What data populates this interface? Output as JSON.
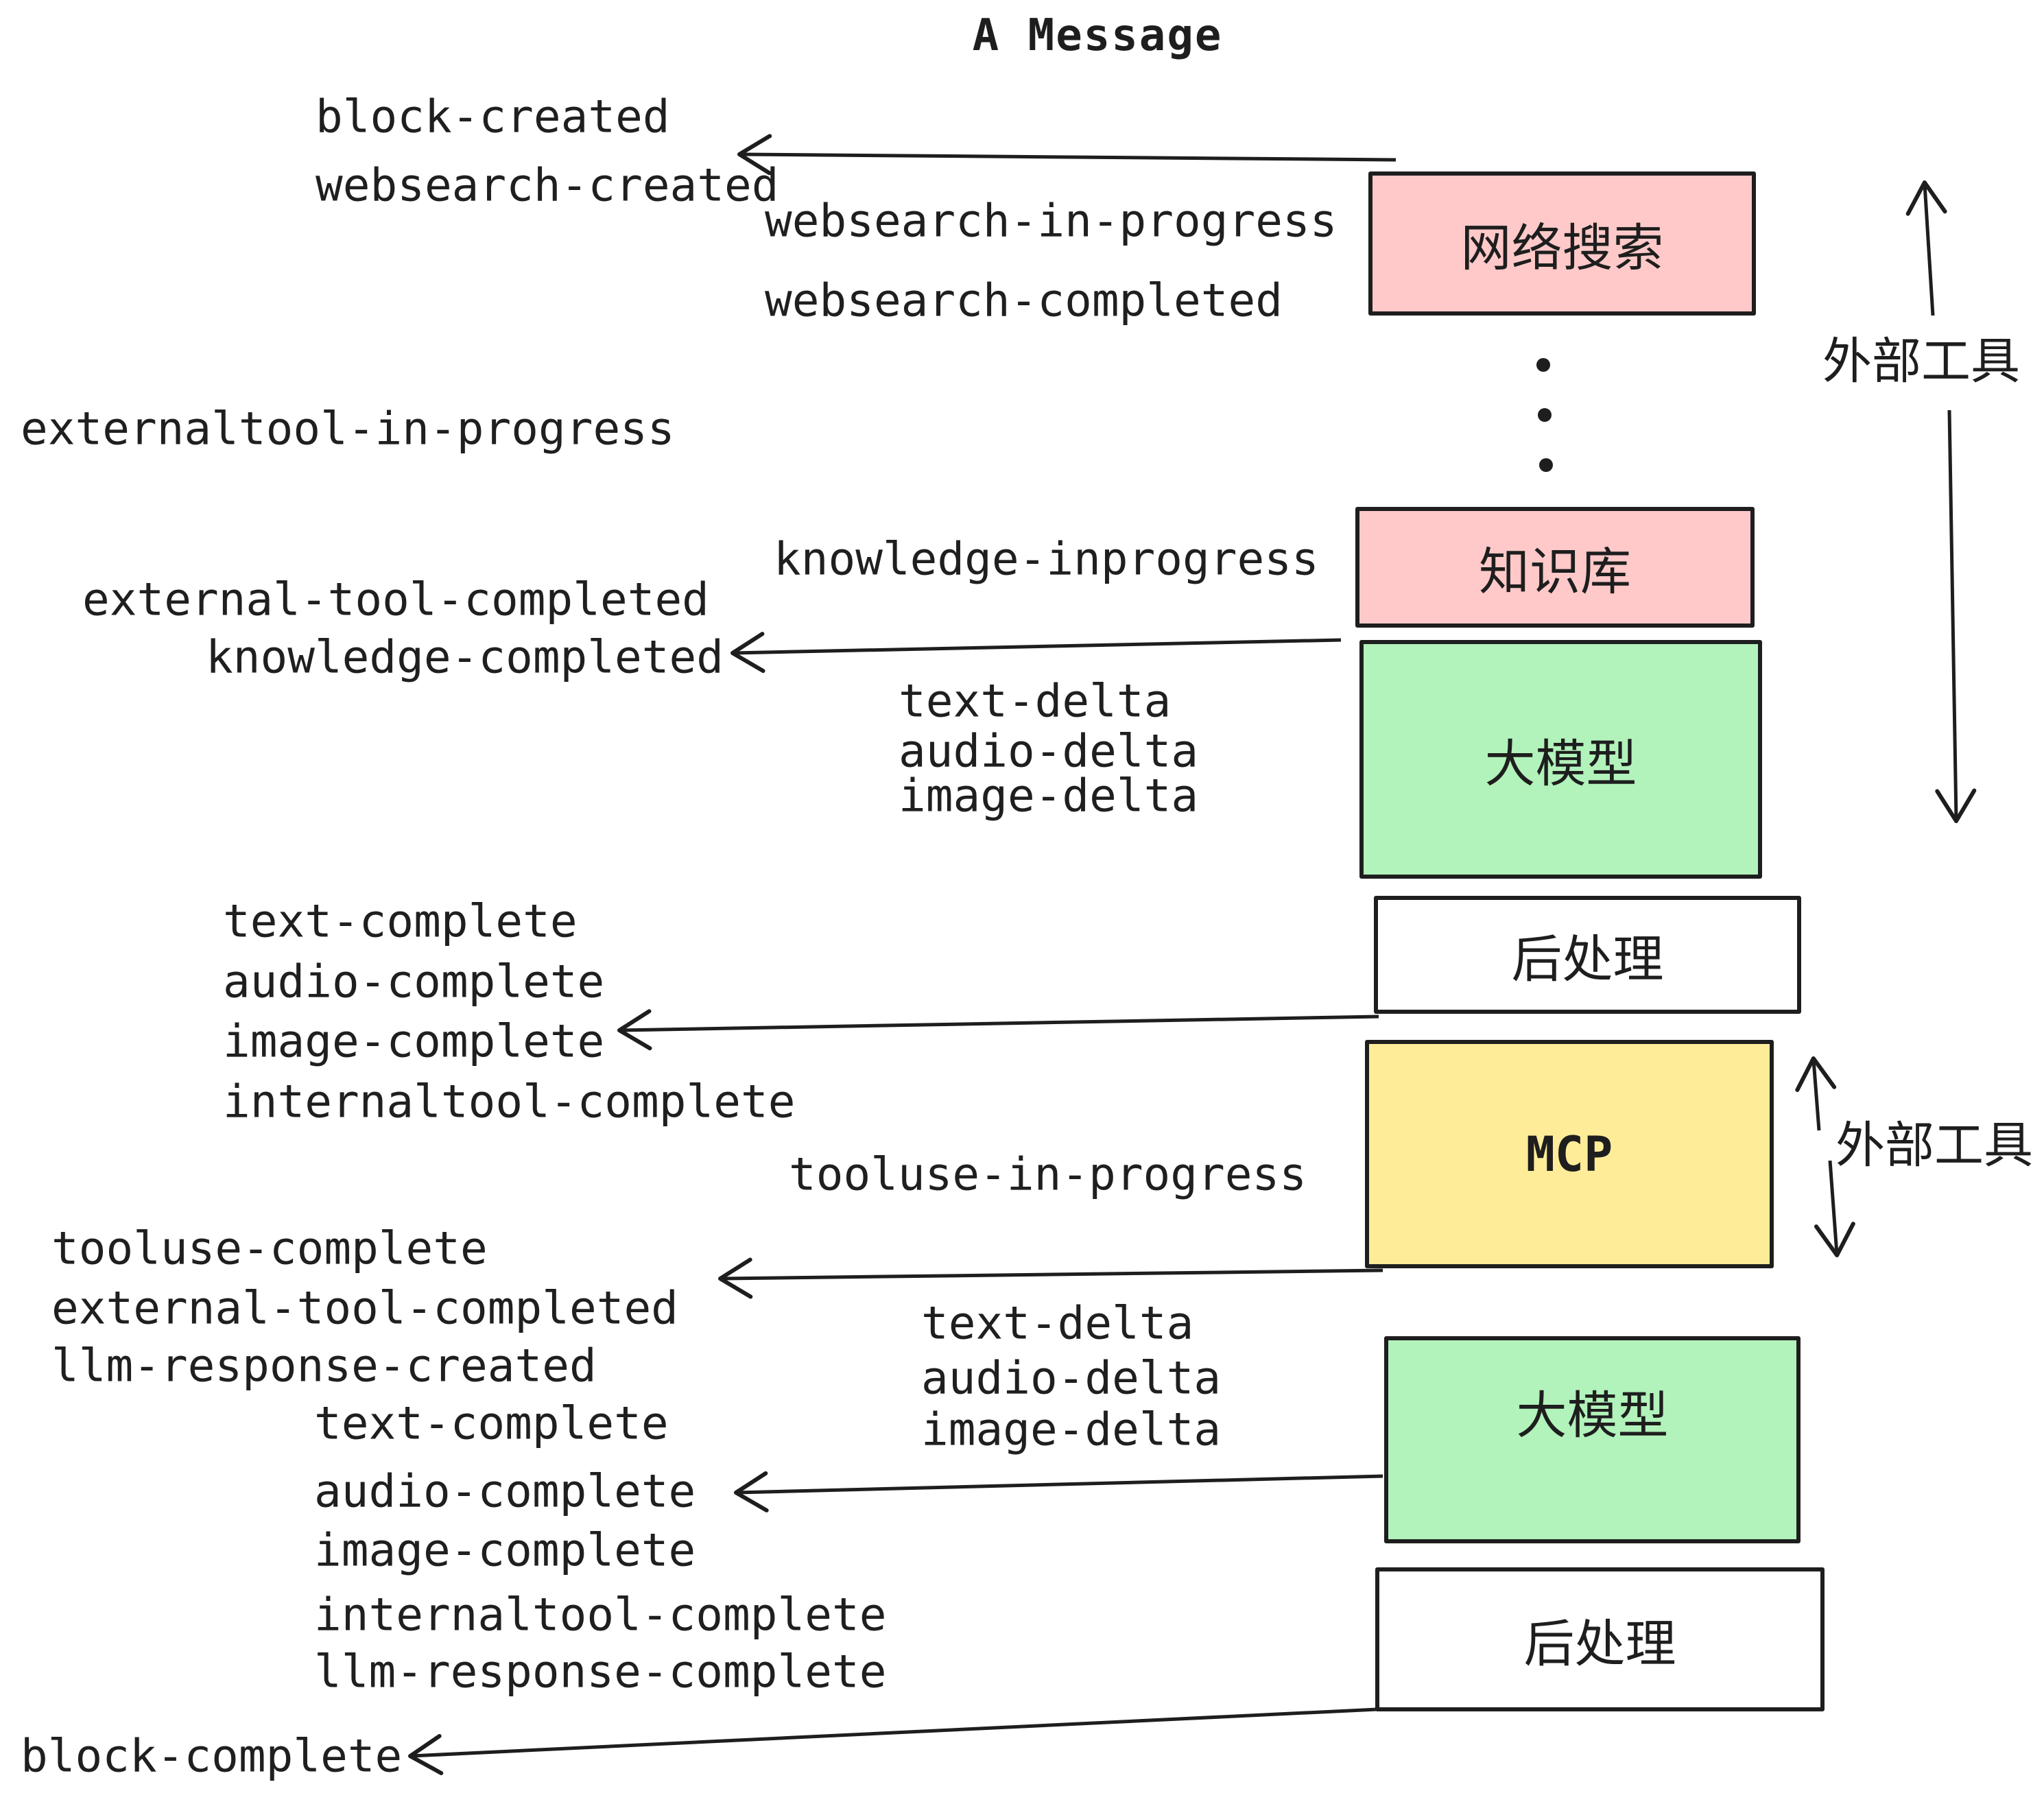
{
  "title": "A Message",
  "colors": {
    "pink": "#ffc9c9",
    "green": "#b2f2bb",
    "yellow": "#ffec99",
    "stroke": "#1e1e1e",
    "background": "#ffffff"
  },
  "event_labels": {
    "block_created": "block-created",
    "websearch_created": "websearch-created",
    "websearch_in_progress": "websearch-in-progress",
    "websearch_completed": "websearch-completed",
    "externaltool_in_progress": "externaltool-in-progress",
    "knowledge_inprogress": "knowledge-inprogress",
    "external_tool_completed": "external-tool-completed",
    "knowledge_completed": "knowledge-completed",
    "text_delta": "text-delta",
    "audio_delta": "audio-delta",
    "image_delta": "image-delta",
    "text_complete": "text-complete",
    "audio_complete": "audio-complete",
    "image_complete": "image-complete",
    "internaltool_complete": "internaltool-complete",
    "tooluse_in_progress": "tooluse-in-progress",
    "tooluse_complete": "tooluse-complete",
    "external_tool_completed_2": "external-tool-completed",
    "llm_response_created": "llm-response-created",
    "text_delta_2": "text-delta",
    "audio_delta_2": "audio-delta",
    "image_delta_2": "image-delta",
    "text_complete_2": "text-complete",
    "audio_complete_2": "audio-complete",
    "image_complete_2": "image-complete",
    "internaltool_complete_2": "internaltool-complete",
    "llm_response_complete": "llm-response-complete",
    "block_complete": "block-complete"
  },
  "boxes": {
    "web_search": "网络搜索",
    "knowledge_base": "知识库",
    "llm_1": "大模型",
    "post_process_1": "后处理",
    "mcp": "MCP",
    "llm_2": "大模型",
    "post_process_2": "后处理"
  },
  "side_labels": {
    "external_tools_1": "外部工具",
    "external_tools_2": "外部工具"
  }
}
